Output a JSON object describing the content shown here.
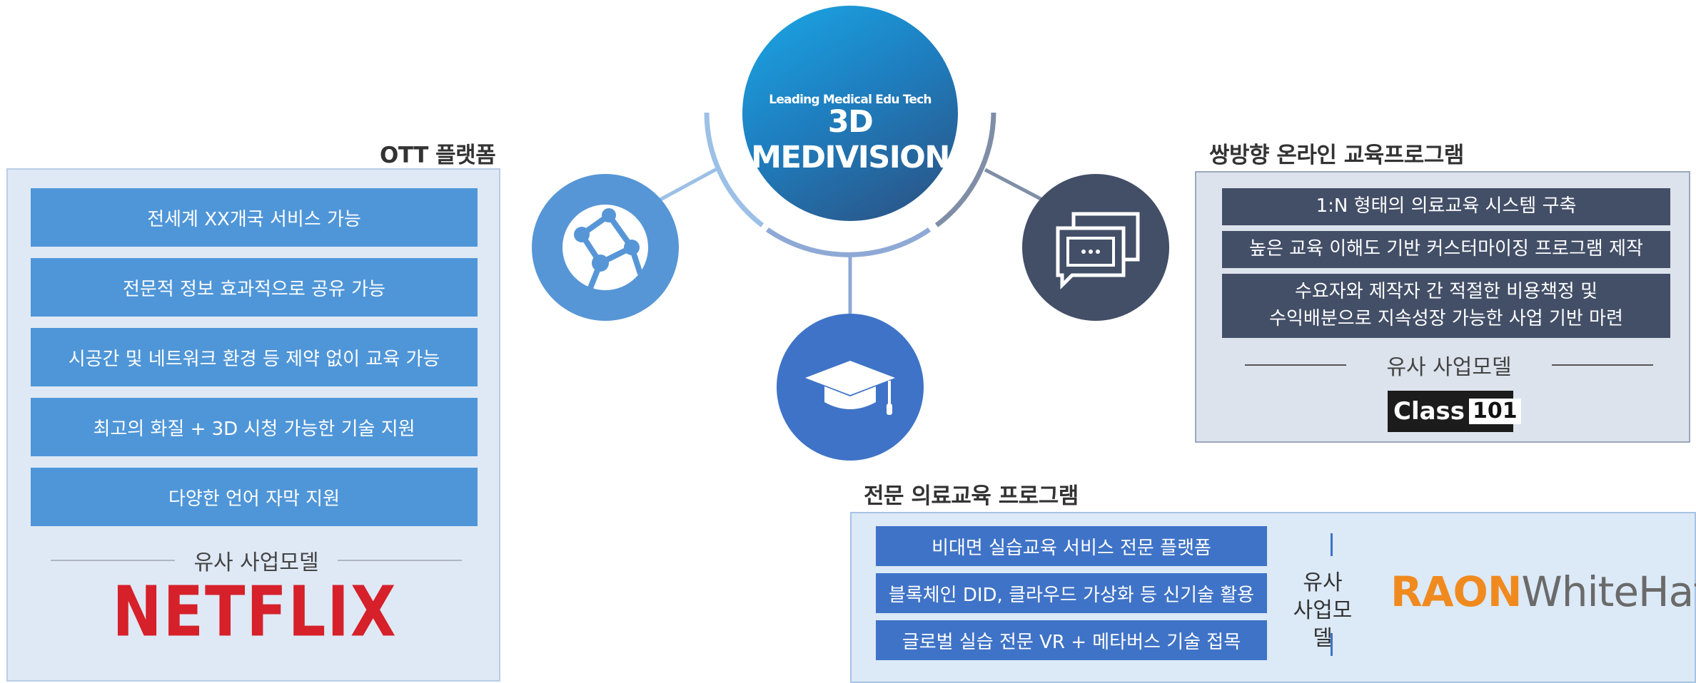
{
  "center": {
    "tagline": "Leading Medical Edu Tech",
    "brand": "3D MEDIVISION"
  },
  "ott": {
    "title": "OTT 플랫폼",
    "items": [
      "전세계 XX개국 서비스 가능",
      "전문적 정보 효과적으로 공유 가능",
      "시공간 및 네트워크 환경 등 제약 없이 교육 가능",
      "최고의 화질 + 3D 시청 가능한 기술 지원",
      "다양한 언어 자막 지원"
    ],
    "similar_label": "유사 사업모델",
    "similar_logo": "NETFLIX"
  },
  "interactive": {
    "title": "쌍방향 온라인 교육프로그램",
    "items": [
      "1:N 형태의 의료교육 시스템 구축",
      "높은 교육 이해도 기반 커스터마이징 프로그램 제작",
      "수요자와 제작자 간 적절한 비용책정 및 수익배분으로 지속성장 가능한 사업 기반 마련"
    ],
    "item3_line1": "수요자와 제작자 간 적절한 비용책정 및",
    "item3_line2": "수익배분으로 지속성장 가능한 사업 기반 마련",
    "similar_label": "유사 사업모델",
    "similar_logo_a": "Class",
    "similar_logo_b": "101"
  },
  "medical": {
    "title": "전문 의료교육 프로그램",
    "items": [
      "비대면 실습교육 서비스 전문 플랫폼",
      "블록체인 DID, 클라우드 가상화 등 신기술 활용",
      "글로벌 실습 전문 VR + 메타버스 기술 접목"
    ],
    "similar_line1": "유사",
    "similar_line2": "사업모델",
    "similar_logo_a": "RAON",
    "similar_logo_b": "WhiteHat"
  },
  "icons": {
    "left": "globe-network-icon",
    "bottom": "graduation-cap-icon",
    "right": "chat-window-icon"
  },
  "colors": {
    "ott_blue": "#4f96d8",
    "interactive_dark": "#434f67",
    "medical_blue": "#3f73c7",
    "netflix_red": "#d6202a",
    "raon_orange": "#f08a1f"
  }
}
